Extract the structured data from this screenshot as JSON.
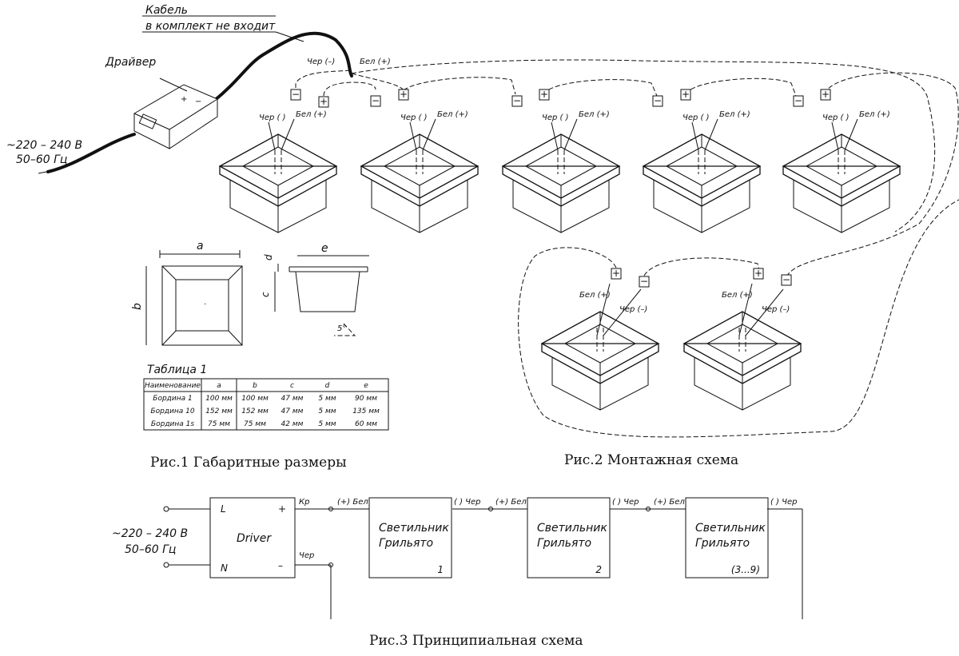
{
  "fig2": {
    "cable_label_1": "Кабель",
    "cable_label_2": "в комплект не входит",
    "driver_label": "Драйвер",
    "power_line_1": "~220 – 240 В",
    "power_line_2": "50–60 Гц",
    "wire_black": "Чер (–)",
    "wire_white": "Бел (+)",
    "wire_black_short": "Чер ( )",
    "wire_white_short": "Бел (+)",
    "terminal_minus": "−",
    "terminal_plus": "+",
    "caption": "Рис.2 Монтажная схема"
  },
  "fig1": {
    "dim_a": "a",
    "dim_b": "b",
    "dim_c": "c",
    "dim_d": "d",
    "dim_e": "e",
    "angle": "5°",
    "caption": "Рис.1 Габаритные размеры"
  },
  "table": {
    "title": "Таблица 1",
    "headers": [
      "Наименование",
      "a",
      "b",
      "c",
      "d",
      "e"
    ],
    "rows": [
      [
        "Бордина 1",
        "100 мм",
        "100 мм",
        "47 мм",
        "5 мм",
        "90 мм"
      ],
      [
        "Бордина 10",
        "152 мм",
        "152 мм",
        "47 мм",
        "5 мм",
        "135 мм"
      ],
      [
        "Бордина 1s",
        "75 мм",
        "75 мм",
        "42 мм",
        "5 мм",
        "60 мм"
      ]
    ]
  },
  "fig3": {
    "power_line_1": "~220 – 240 В",
    "power_line_2": "50–60 Гц",
    "driver_title": "Driver",
    "driver_in_l": "L",
    "driver_in_n": "N",
    "driver_out_plus": "+",
    "driver_out_minus": "–",
    "out_plus_label": "Кр",
    "out_minus_label": "Чер",
    "lamp_name_1": "Светильник",
    "lamp_name_2": "Грильято",
    "lamps": [
      {
        "number": "1",
        "in_label": "(+) Бел",
        "out_label": "( ) Чер"
      },
      {
        "number": "2",
        "in_label": "(+) Бел",
        "out_label": "( ) Чер"
      },
      {
        "number": "(3...9)",
        "in_label": "(+) Бел",
        "out_label": "( ) Чер"
      }
    ],
    "caption": "Рис.3 Принципиальная схема"
  }
}
